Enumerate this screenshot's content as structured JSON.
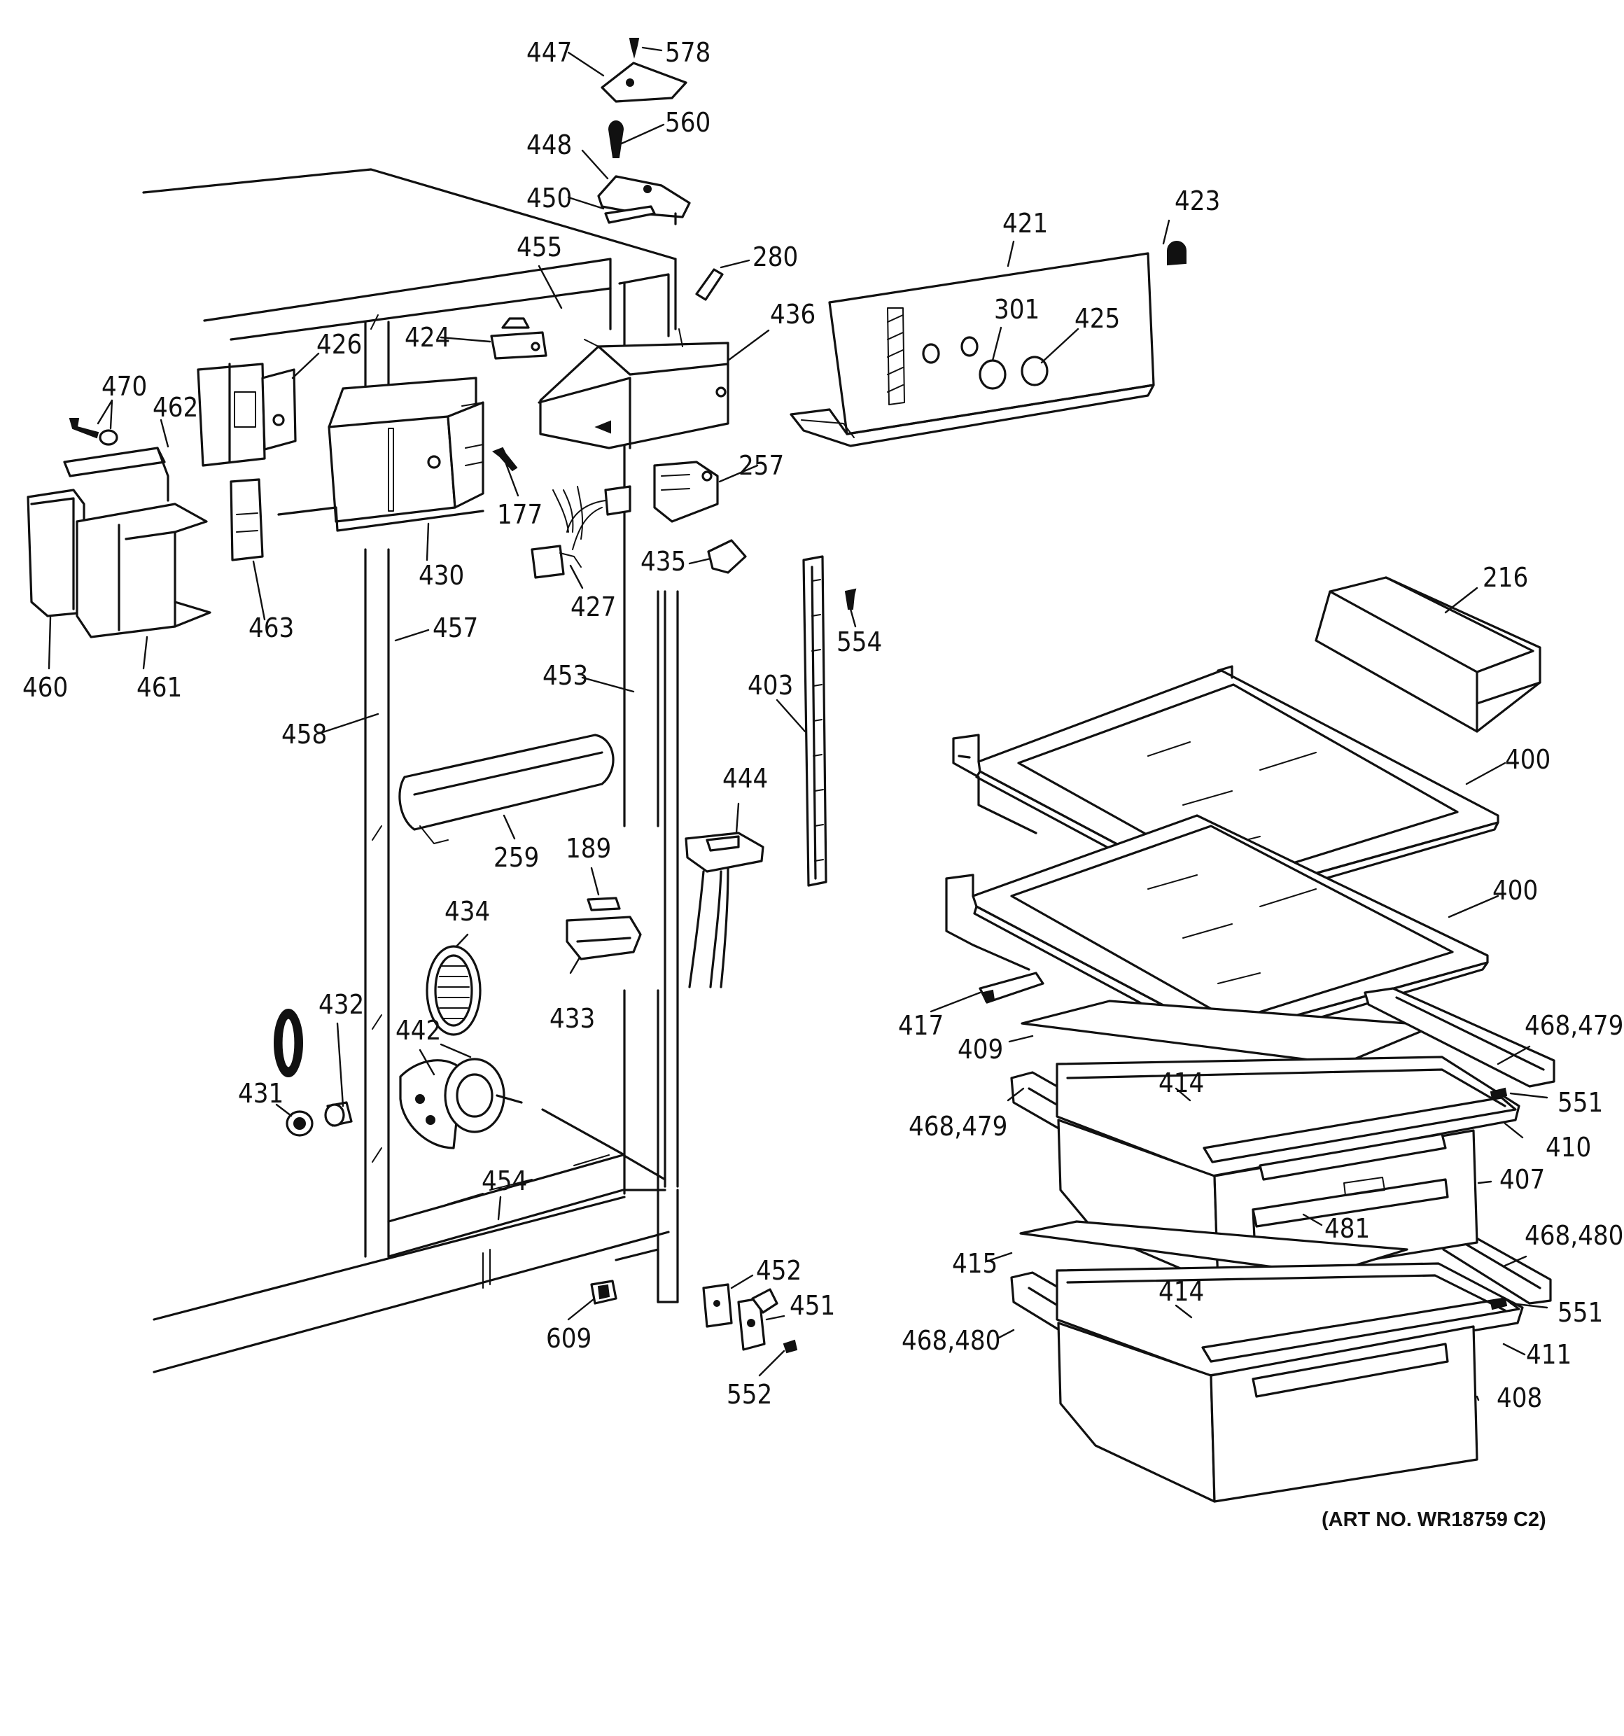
{
  "caption": "(ART NO. WR18759 C2)",
  "callouts": [
    {
      "id": "c447",
      "text": "447"
    },
    {
      "id": "c578",
      "text": "578"
    },
    {
      "id": "c560",
      "text": "560"
    },
    {
      "id": "c448",
      "text": "448"
    },
    {
      "id": "c450",
      "text": "450"
    },
    {
      "id": "c455",
      "text": "455"
    },
    {
      "id": "c280",
      "text": "280"
    },
    {
      "id": "c421",
      "text": "421"
    },
    {
      "id": "c423",
      "text": "423"
    },
    {
      "id": "c424",
      "text": "424"
    },
    {
      "id": "c426",
      "text": "426"
    },
    {
      "id": "c436",
      "text": "436"
    },
    {
      "id": "c301",
      "text": "301"
    },
    {
      "id": "c425",
      "text": "425"
    },
    {
      "id": "c470",
      "text": "470"
    },
    {
      "id": "c462",
      "text": "462"
    },
    {
      "id": "c177",
      "text": "177"
    },
    {
      "id": "c257",
      "text": "257"
    },
    {
      "id": "c430",
      "text": "430"
    },
    {
      "id": "c427",
      "text": "427"
    },
    {
      "id": "c435",
      "text": "435"
    },
    {
      "id": "c463",
      "text": "463"
    },
    {
      "id": "c216",
      "text": "216"
    },
    {
      "id": "c554",
      "text": "554"
    },
    {
      "id": "c460",
      "text": "460"
    },
    {
      "id": "c461",
      "text": "461"
    },
    {
      "id": "c457",
      "text": "457"
    },
    {
      "id": "c453",
      "text": "453"
    },
    {
      "id": "c403",
      "text": "403"
    },
    {
      "id": "c400a",
      "text": "400"
    },
    {
      "id": "c458",
      "text": "458"
    },
    {
      "id": "c444",
      "text": "444"
    },
    {
      "id": "c259",
      "text": "259"
    },
    {
      "id": "c189",
      "text": "189"
    },
    {
      "id": "c400b",
      "text": "400"
    },
    {
      "id": "c434",
      "text": "434"
    },
    {
      "id": "c433",
      "text": "433"
    },
    {
      "id": "c417",
      "text": "417"
    },
    {
      "id": "c468479a",
      "text": "468,479"
    },
    {
      "id": "c432",
      "text": "432"
    },
    {
      "id": "c442",
      "text": "442"
    },
    {
      "id": "c409",
      "text": "409"
    },
    {
      "id": "c414a",
      "text": "414"
    },
    {
      "id": "c431",
      "text": "431"
    },
    {
      "id": "c551a",
      "text": "551"
    },
    {
      "id": "c468479b",
      "text": "468,479"
    },
    {
      "id": "c410",
      "text": "410"
    },
    {
      "id": "c454",
      "text": "454"
    },
    {
      "id": "c407",
      "text": "407"
    },
    {
      "id": "c481",
      "text": "481"
    },
    {
      "id": "c468480a",
      "text": "468,480"
    },
    {
      "id": "c415",
      "text": "415"
    },
    {
      "id": "c452",
      "text": "452"
    },
    {
      "id": "c414b",
      "text": "414"
    },
    {
      "id": "c451",
      "text": "451"
    },
    {
      "id": "c551b",
      "text": "551"
    },
    {
      "id": "c609",
      "text": "609"
    },
    {
      "id": "c468480b",
      "text": "468,480"
    },
    {
      "id": "c411",
      "text": "411"
    },
    {
      "id": "c552",
      "text": "552"
    },
    {
      "id": "c408",
      "text": "408"
    }
  ]
}
